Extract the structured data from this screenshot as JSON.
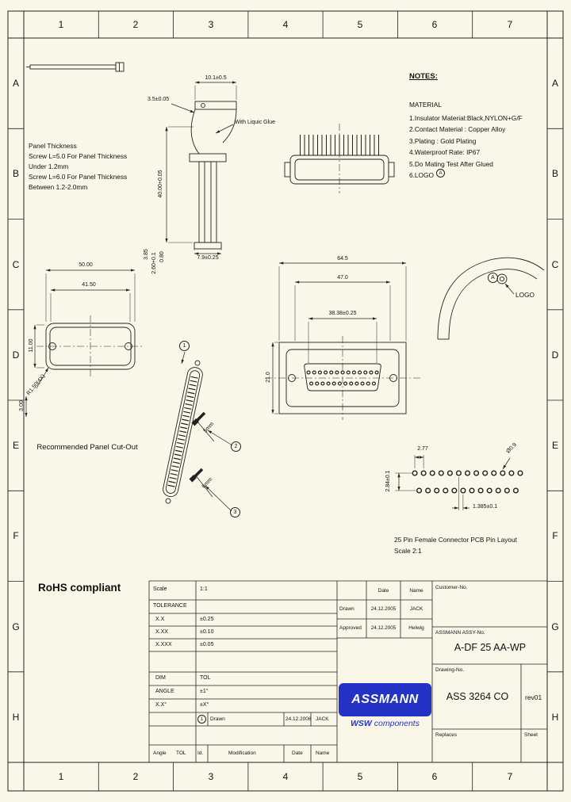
{
  "sheet": {
    "bg": "#faf7e8",
    "line": "#222222",
    "accent_blue": "#2433c6"
  },
  "grid": {
    "cols": [
      "1",
      "2",
      "3",
      "4",
      "5",
      "6",
      "7"
    ],
    "rows": [
      "A",
      "B",
      "C",
      "D",
      "E",
      "F",
      "G",
      "H"
    ]
  },
  "panel_note": {
    "line1": "Panel Thickness",
    "line2": "Screw L=5.0 For Panel Thickness",
    "line3": "Under 1.2mm",
    "line4": "Screw L=6.0 For Panel Thickness",
    "line5": "Between 1.2-2.0mm"
  },
  "notes": {
    "title": "NOTES:",
    "material": "MATERIAL",
    "item1": "1.Insulator Material:Black,NYLON+G/F",
    "item2": "2.Contact  Material : Copper Alloy",
    "item3": "3.Plating : Gold Plating",
    "item4": "4.Waterproof Rate: IP67",
    "item5": "5.Do Mating Test After Glued",
    "item6": "6.LOGO",
    "logo_mark": "A"
  },
  "side_view": {
    "dim_top": "10.1±0.5",
    "dim_glue": "3.5±0.05",
    "glue_note": "With Liquic Glue",
    "dim_height": "40.00+0.05",
    "dim_bottom": "7.9±0.25",
    "dim_a": "3.85",
    "dim_b": "2.60+0.1",
    "dim_c": "0.80"
  },
  "front_view": {
    "dim_overall": "64.5",
    "dim_flange": "47.0",
    "dim_pins": "38.38±0.25",
    "dim_height": "21.0"
  },
  "cutout": {
    "dim_w": "50.00",
    "dim_w2": "41.50",
    "dim_h": "11.00",
    "dim_r": "R1.50(4X)",
    "dim_t": "3.00",
    "caption": "Recommended Panel Cut-Out"
  },
  "pcb": {
    "dim_pitch": "2.77",
    "dim_half": "1.385±0.1",
    "dim_row": "2.84±0.1",
    "dim_hole": "Ø0.9",
    "caption": "25 Pin Female Connector PCB Pin Layout",
    "scale": "Scale 2:1"
  },
  "exploded": {
    "b1": "1",
    "b2": "2",
    "b3": "3",
    "dim1": "5mm",
    "dim2": "6mm"
  },
  "detail": {
    "balloon": "A",
    "label": "LOGO"
  },
  "rohs": "RoHS compliant",
  "tb": {
    "scale_label": "Scale",
    "scale_value": "1:1",
    "tolerance": "TOLERANCE",
    "t1d": "X.X",
    "t1v": "±0.25",
    "t2d": "X.XX",
    "t2v": "±0.10",
    "t3d": "X.XXX",
    "t3v": "±0.05",
    "dim": "DIM",
    "tol": "TOL",
    "angle": "ANGLE",
    "angle_v": "±1°",
    "angle_d": "X.X°",
    "angle_dv": "±X°",
    "rev_id": "1",
    "rev_mod": "Drawn",
    "rev_date": "24.12.2008",
    "rev_name": "JACK",
    "b_angle": "Angle",
    "b_tol": "TOL",
    "b_id": "Id.",
    "b_mod": "Modification",
    "b_date": "Date",
    "b_name": "Name",
    "h_date": "Date",
    "h_name": "Name",
    "drawn": "Drawn",
    "drawn_date": "24.12.2005",
    "drawn_name": "JACK",
    "approved": "Approved",
    "approved_date": "24.12.2005",
    "approved_name": "Helwig",
    "customer": "Customer-No.",
    "assy_label": "ASSMANN ASSY-No.",
    "assy": "A-DF 25 AA-WP",
    "dwg_label": "Drawing-No.",
    "dwg": "ASS 3264 CO",
    "rev": "rev01",
    "replaces": "Replaces",
    "sheet": "Sheet",
    "logo": "ASSMANN",
    "logo_wsw": "WSW",
    "logo_comp": "components"
  }
}
